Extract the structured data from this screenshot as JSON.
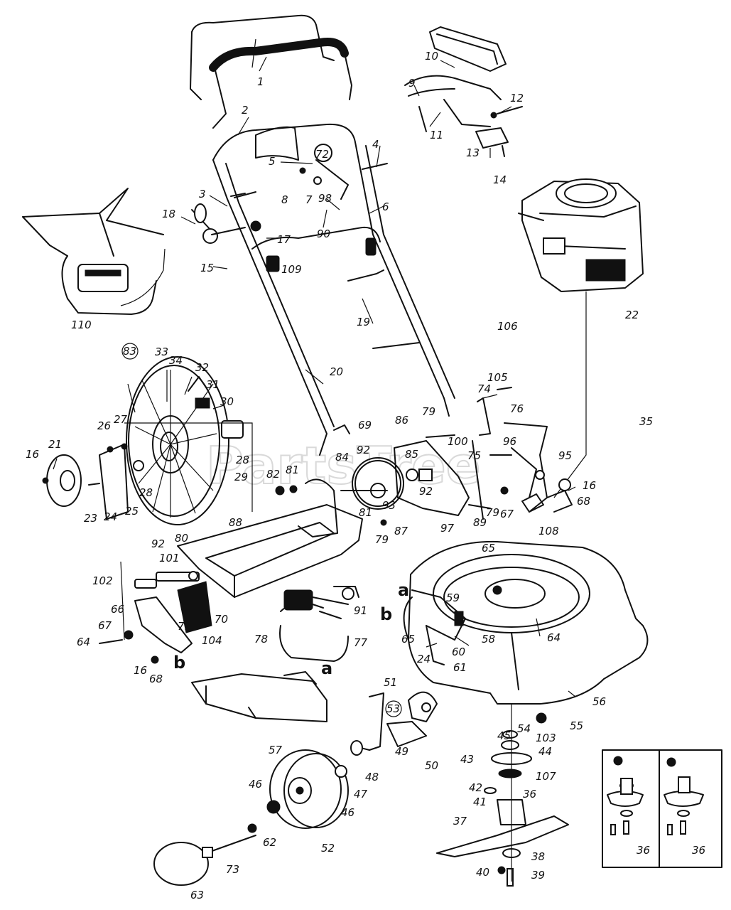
{
  "diagram": {
    "watermark": "PartsTree",
    "letter_labels": [
      "a",
      "b",
      "a",
      "b"
    ],
    "callouts": [
      "1",
      "2",
      "3",
      "4",
      "5",
      "6",
      "7",
      "8",
      "98",
      "90",
      "72",
      "17",
      "18",
      "109",
      "15",
      "10",
      "9",
      "11",
      "12",
      "13",
      "14",
      "110",
      "83",
      "33",
      "34",
      "32",
      "31",
      "30",
      "26",
      "27",
      "21",
      "16",
      "23",
      "24",
      "25",
      "28",
      "28",
      "29",
      "19",
      "20",
      "69",
      "86",
      "79",
      "100",
      "84",
      "92",
      "85",
      "92",
      "82",
      "81",
      "93",
      "81",
      "87",
      "79",
      "74",
      "106",
      "105",
      "22",
      "35",
      "76",
      "75",
      "96",
      "95",
      "16",
      "68",
      "67",
      "108",
      "97",
      "89",
      "79",
      "88",
      "92",
      "80",
      "101",
      "102",
      "70",
      "71",
      "104",
      "66",
      "67",
      "64",
      "16",
      "68",
      "78",
      "91",
      "77",
      "65",
      "59",
      "65",
      "60",
      "61",
      "24",
      "58",
      "64",
      "56",
      "51",
      "53",
      "50",
      "49",
      "48",
      "47",
      "46",
      "46",
      "52",
      "57",
      "62",
      "73",
      "63",
      "54",
      "55",
      "45",
      "103",
      "44",
      "43",
      "107",
      "42",
      "41",
      "36",
      "37",
      "38",
      "40",
      "39",
      "36",
      "36"
    ]
  }
}
